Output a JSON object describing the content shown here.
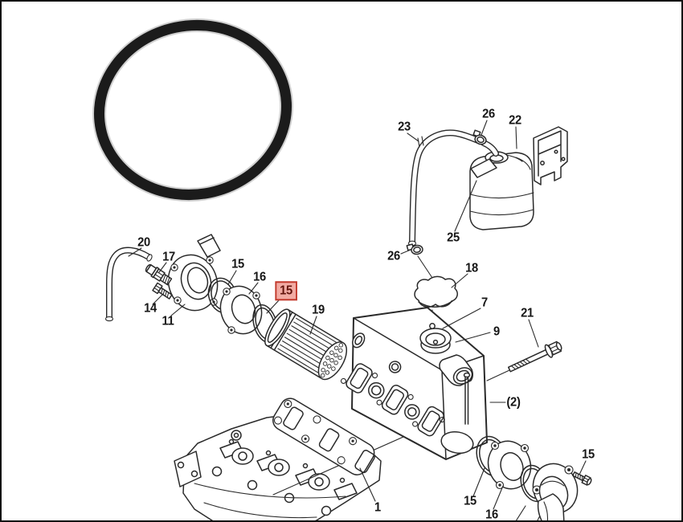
{
  "diagram": {
    "background": "#ffffff",
    "line_color": "#2a2a2a",
    "photo_ring_color": "#1b1b1b",
    "border_color": "#111111",
    "highlight": {
      "fill": "#f2aba3",
      "border": "#c23b2e",
      "text": "#63140c"
    }
  },
  "callouts": {
    "c20": "20",
    "c17": "17",
    "c14": "14",
    "c11": "11",
    "c15_mid": "15",
    "c16_mid": "16",
    "c15_selected": "15",
    "c19": "19",
    "c23": "23",
    "c26_top": "26",
    "c22": "22",
    "c25": "25",
    "c26_mid": "26",
    "c18": "18",
    "c7": "7",
    "c9": "9",
    "c21": "21",
    "c2_assembly": "(2)",
    "c1": "1",
    "c15_bottom": "15",
    "c16_bottom": "16",
    "c15_bolt": "15"
  }
}
